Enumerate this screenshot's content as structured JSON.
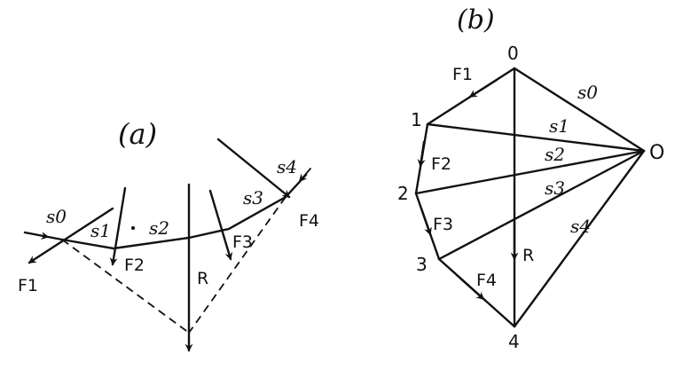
{
  "panel_a": {
    "title": "(a)",
    "forces": [
      "F1",
      "F2",
      "F3",
      "F4"
    ],
    "strings": [
      "s0",
      "s1",
      "s2",
      "s3",
      "s4"
    ],
    "resultant": "R"
  },
  "panel_b": {
    "title": "(b)",
    "pole": "O",
    "vertices": [
      "0",
      "1",
      "2",
      "3",
      "4"
    ],
    "forces": [
      "F1",
      "F2",
      "F3",
      "F4"
    ],
    "rays": [
      "s0",
      "s1",
      "s2",
      "s3",
      "s4"
    ],
    "resultant": "R"
  }
}
